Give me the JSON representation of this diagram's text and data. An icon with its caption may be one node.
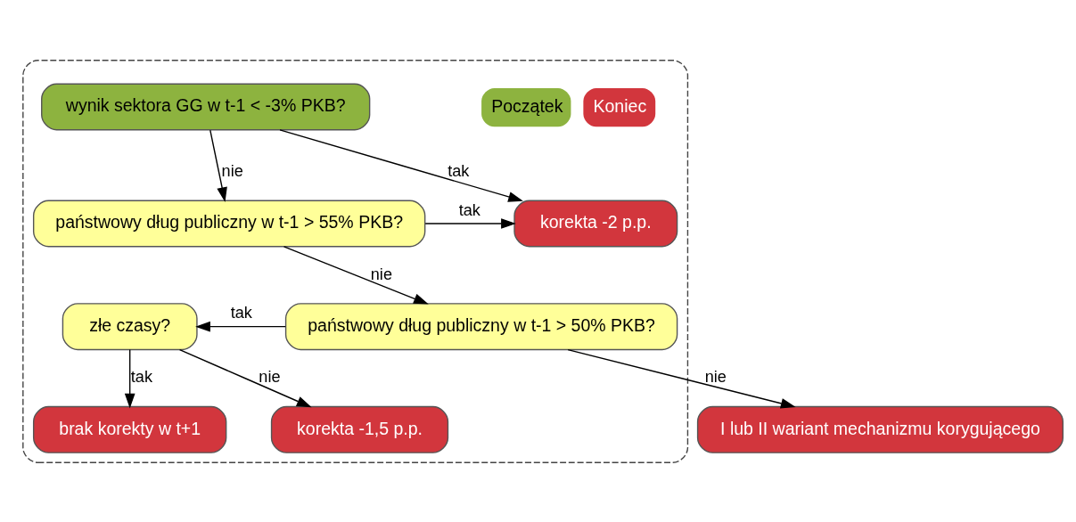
{
  "diagram": {
    "nodes": [
      {
        "text": [],
        "shape": "box"
      },
      {
        "text": [
          "wynik sektora GG w t-1 < -3% PKB?"
        ],
        "in": 0
      },
      {
        "text": [
          "państwowy dług publiczny w t-1 > 55% PKB?"
        ],
        "in": 0
      },
      {
        "text": [
          "państwowy dług publiczny w t-1 > 50% PKB?"
        ],
        "in": 0
      },
      {
        "text": [
          "złe czasy?"
        ],
        "in": 0
      },
      {
        "text": [
          "korekta -2 p.p."
        ],
        "in": 0
      },
      {
        "text": [
          "korekta -1,5 p.p."
        ],
        "in": 0
      },
      {
        "text": [
          "brak korekty w t+1"
        ],
        "in": 0
      },
      {
        "text": [
          "I lub II wariant mechanizmu korygującego"
        ]
      }
    ],
    "edges": [
      {
        "from": 1,
        "to": 5,
        "arrow": "to",
        "label": "tak"
      },
      {
        "from": 1,
        "to": 2,
        "arrow": "to",
        "label": "nie"
      },
      {
        "from": 2,
        "to": 5,
        "arrow": "to",
        "label": "tak"
      },
      {
        "from": 2,
        "to": 3,
        "arrow": "to",
        "label": "nie"
      },
      {
        "from": 3,
        "to": 4,
        "arrow": "to",
        "label": "tak"
      },
      {
        "from": 4,
        "to": 6,
        "arrow": "to",
        "label": "nie"
      },
      {
        "from": 4,
        "to": 7,
        "arrow": "to",
        "label": "tak"
      },
      {
        "from": 3,
        "to": 8,
        "arrow": "to",
        "label": "nie"
      }
    ],
    "legend": [
      {
        "text": "Początek",
        "color": "#8db33f"
      },
      {
        "text": "Koniec",
        "color": "#d2363d"
      }
    ]
  }
}
